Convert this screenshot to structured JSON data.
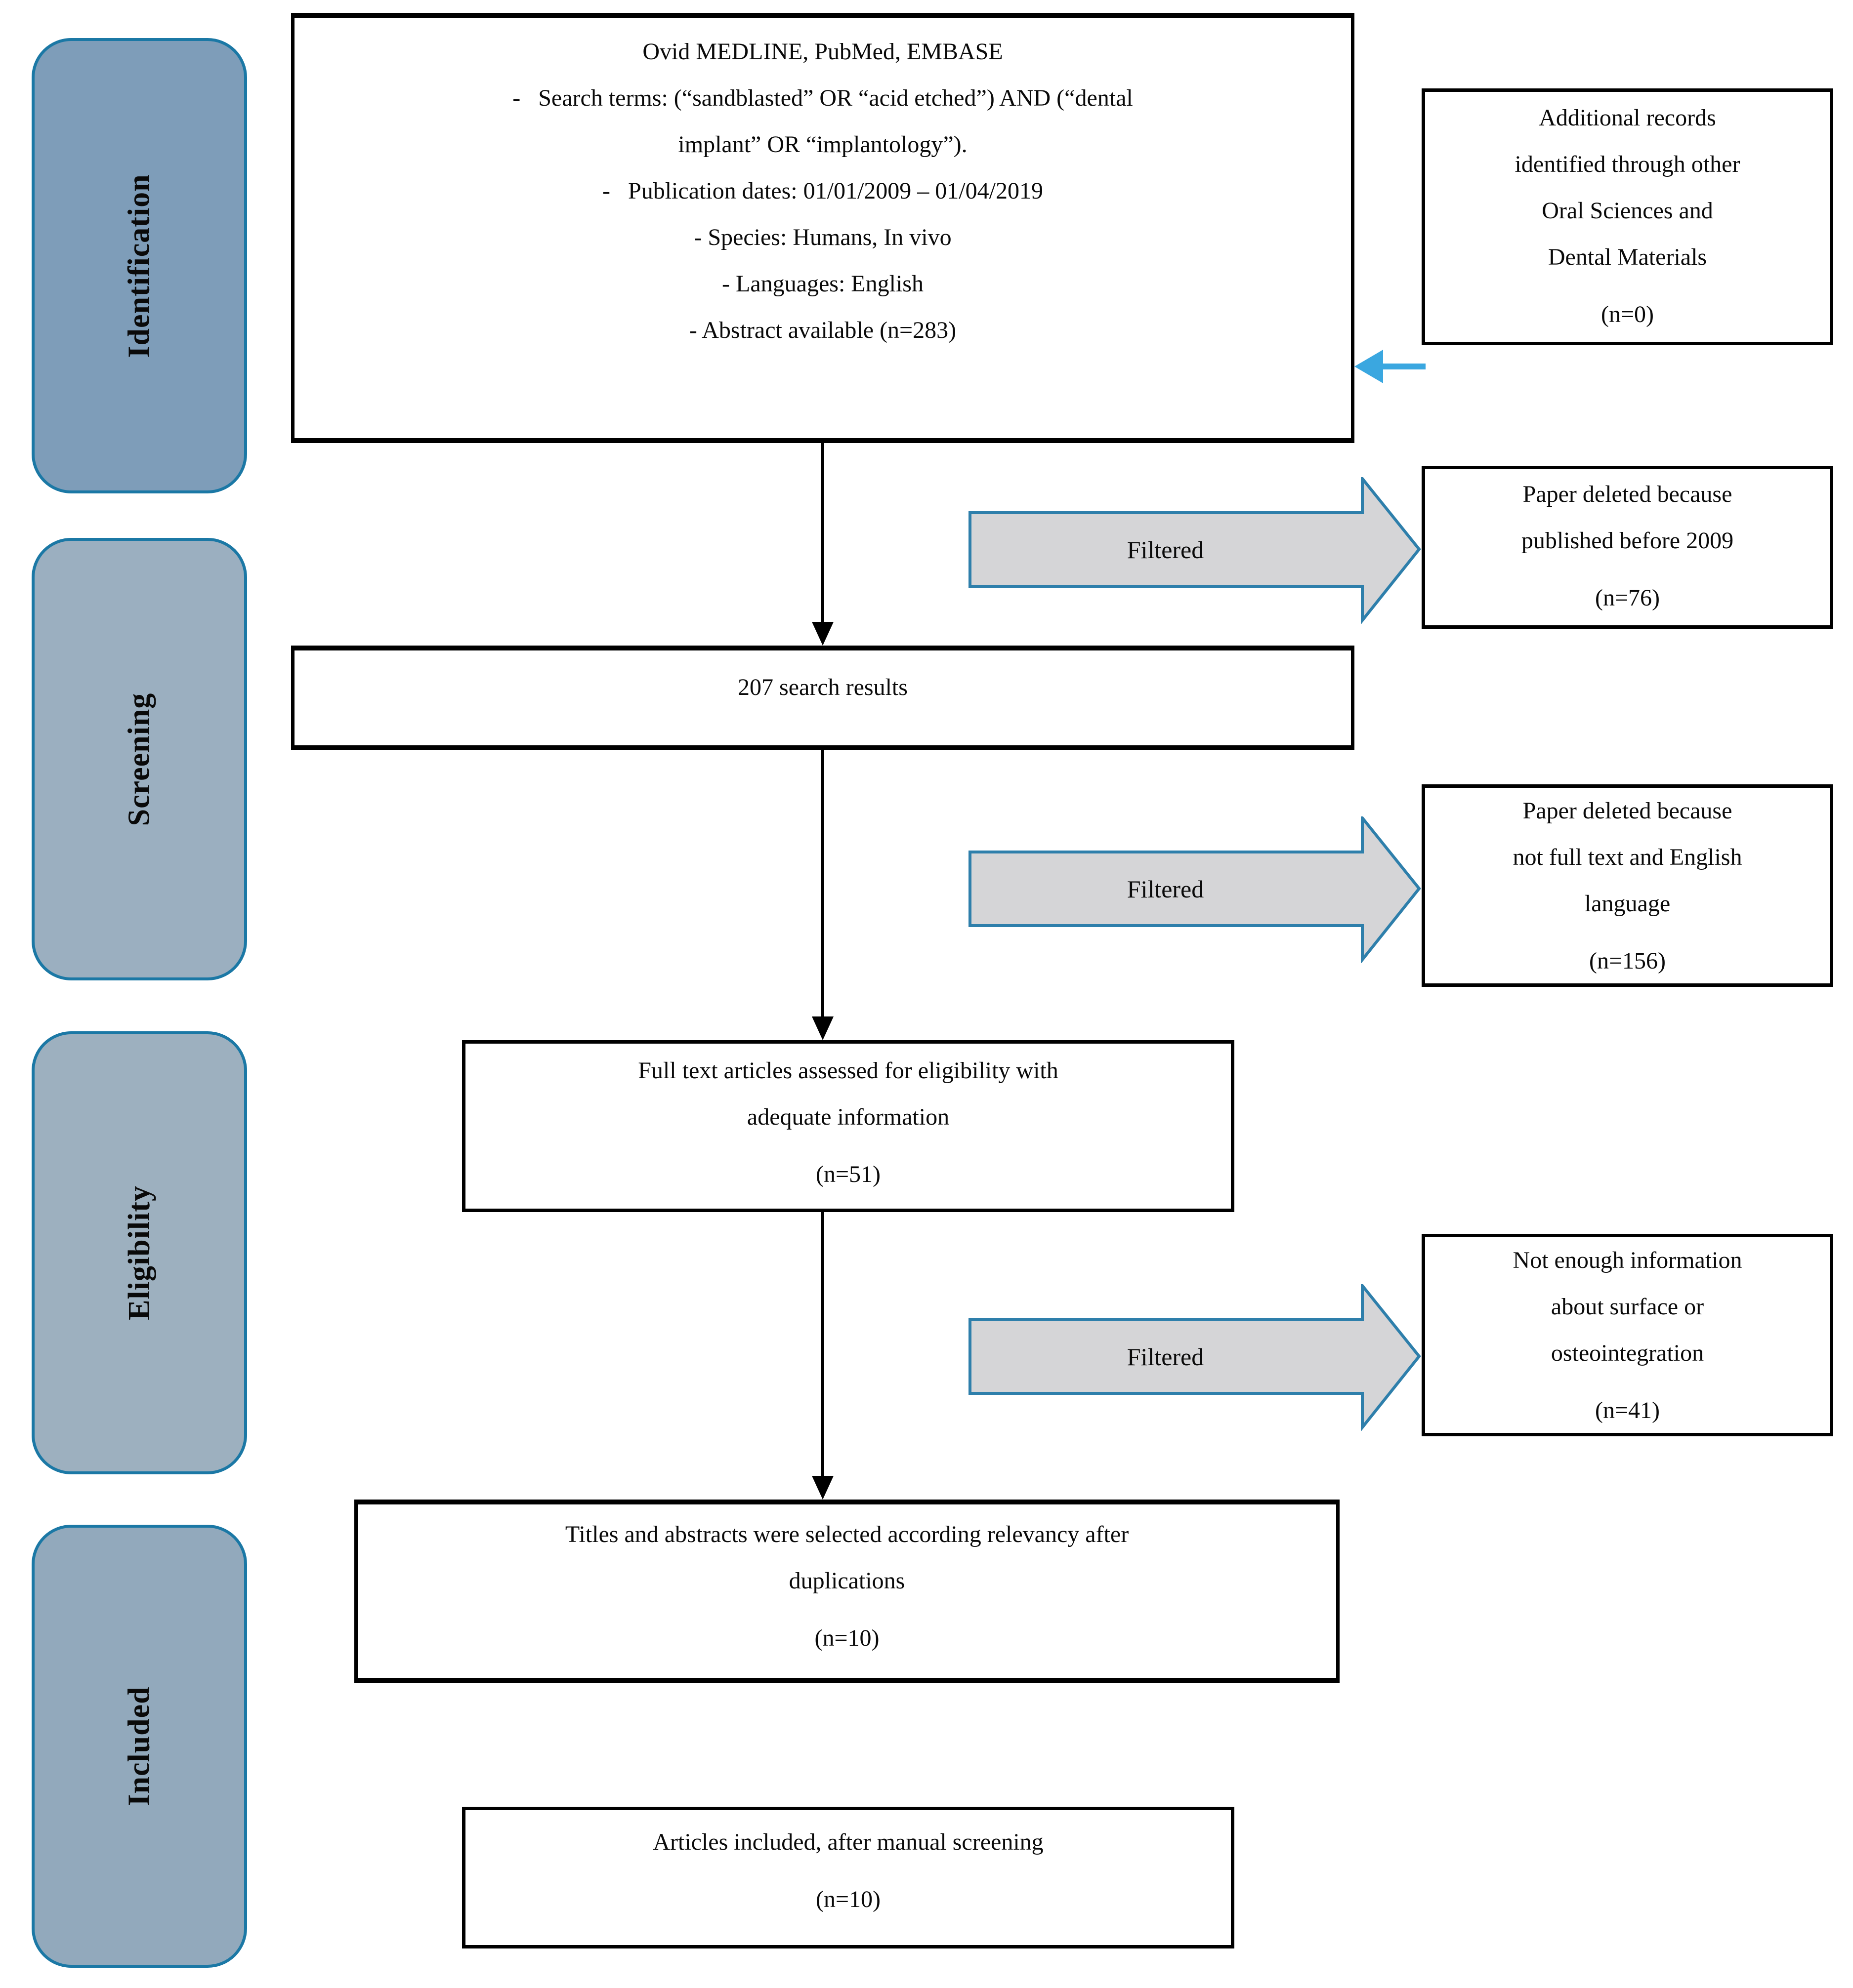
{
  "sidebar": {
    "stages": [
      {
        "label": "Identification"
      },
      {
        "label": "Screening"
      },
      {
        "label": "Eligibility"
      },
      {
        "label": "Included"
      }
    ]
  },
  "flow": {
    "top_box": {
      "lines": [
        "Ovid MEDLINE, PubMed, EMBASE",
        "-   Search terms: (“sandblasted” OR “acid etched”) AND (“dental",
        "implant” OR “implantology”).",
        "-   Publication dates: 01/01/2009 – 01/04/2019",
        "- Species: Humans, In vivo",
        "- Languages: English",
        "- Abstract available (n=283)"
      ]
    },
    "results_box": {
      "text": "207 search results"
    },
    "eligibility_box": {
      "lines": [
        "Full text articles assessed for eligibility with",
        "adequate information",
        "(n=51)"
      ]
    },
    "titles_box": {
      "lines": [
        "Titles and abstracts were selected according relevancy after",
        "duplications",
        "(n=10)"
      ]
    },
    "articles_box": {
      "lines": [
        "Articles included, after manual screening",
        "(n=10)"
      ]
    }
  },
  "side": {
    "additional_box": {
      "lines": [
        "Additional records",
        "identified through other",
        "Oral Sciences and",
        "Dental Materials",
        "(n=0)"
      ]
    },
    "filtered_label": "Filtered",
    "boxes": [
      {
        "lines": [
          "Paper deleted because",
          "published before 2009",
          "(n=76)"
        ]
      },
      {
        "lines": [
          "Paper deleted because",
          "not full text and English",
          "language",
          "(n=156)"
        ]
      },
      {
        "lines": [
          "Not enough information",
          "about surface or",
          "osteointegration",
          "(n=41)"
        ]
      }
    ]
  },
  "colors": {
    "page_bg": "#ffffff",
    "text": "#0a0a0a",
    "box_border": "#000000",
    "sidebar_border": "#1b78a5",
    "stage0": "#7e9db9",
    "stage1": "#9bafc0",
    "stage2": "#9db0bf",
    "stage3": "#92a9bc",
    "arrow_fill": "#d5d5d7",
    "arrow_stroke": "#2e7fab",
    "cyan": "#3aa7e0"
  }
}
